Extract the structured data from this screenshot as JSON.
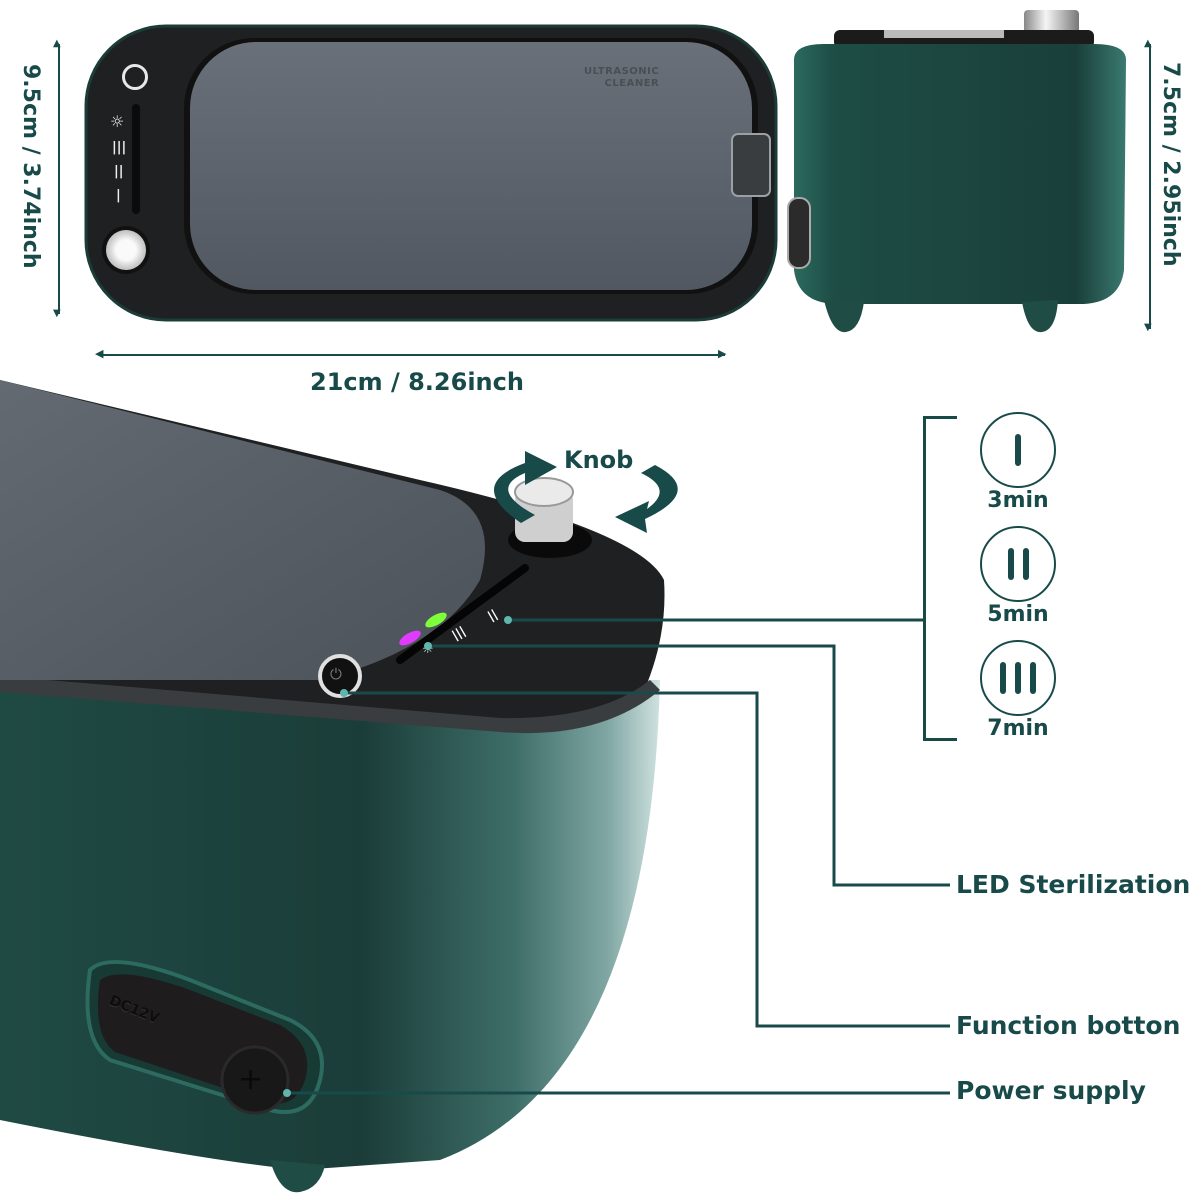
{
  "colors": {
    "accent": "#184a4a",
    "body_green": "#1d4a42",
    "lid_gray": "#5d636b",
    "top_black": "#1e1f20",
    "led_green": "#7dff3a",
    "led_purple": "#e03cff"
  },
  "top_view": {
    "lid_text_line1": "ULTRASONIC",
    "lid_text_line2": "CLEANER",
    "icons": [
      "power-icon",
      "sterilization-icon",
      "level-3-icon",
      "level-2-icon",
      "level-1-icon",
      "knob-icon"
    ]
  },
  "dimensions": {
    "height_left": "9.5cm / 3.74inch",
    "width": "21cm / 8.26inch",
    "height_right": "7.5cm / 2.95inch"
  },
  "knob": {
    "label": "Knob"
  },
  "modes": [
    {
      "symbol": "I",
      "label": "3min"
    },
    {
      "symbol": "II",
      "label": "5min"
    },
    {
      "symbol": "III",
      "label": "7min"
    }
  ],
  "callouts": {
    "led": "LED Sterilization",
    "function": "Function botton",
    "power": "Power supply"
  },
  "power_port": {
    "text": "DC12V"
  }
}
